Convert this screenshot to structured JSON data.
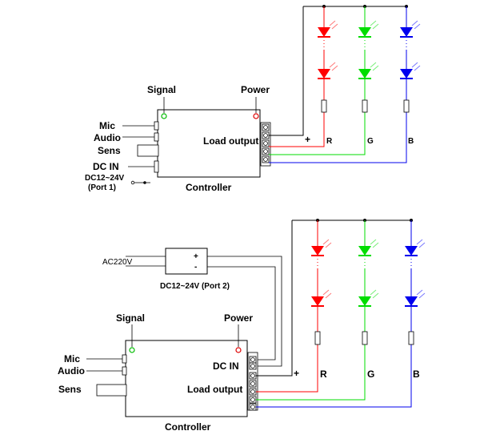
{
  "diagram_1": {
    "signal_label": "Signal",
    "power_label": "Power",
    "mic_label": "Mic",
    "audio_label": "Audio",
    "sens_label": "Sens",
    "dcin_label": "DC IN",
    "dc_port_label": "DC12~24V",
    "port_label": "(Port 1)",
    "load_output_label": "Load output",
    "controller_label": "Controller",
    "plus_label": "+",
    "channel_labels": [
      "R",
      "G",
      "B"
    ]
  },
  "diagram_2": {
    "ac_label": "AC220V",
    "adapter_plus": "+",
    "adapter_minus": "-",
    "dc_port_label": "DC12~24V (Port 2)",
    "signal_label": "Signal",
    "power_label": "Power",
    "mic_label": "Mic",
    "audio_label": "Audio",
    "sens_label": "Sens",
    "dcin_label": "DC IN",
    "load_output_label": "Load output",
    "controller_label": "Controller",
    "plus_label": "+",
    "channel_labels": [
      "R",
      "G",
      "B"
    ]
  },
  "colors": {
    "red": "#ff0000",
    "green": "#00dd00",
    "blue": "#0000ee",
    "wire": "#000000"
  }
}
